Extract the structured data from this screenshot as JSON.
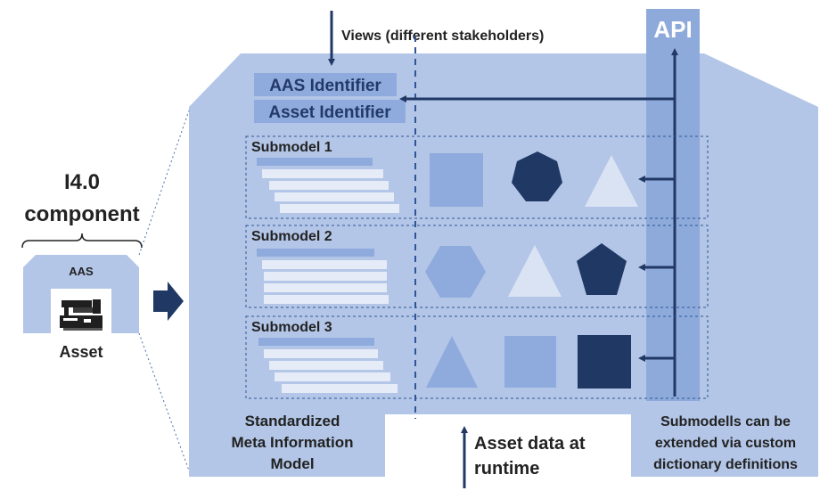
{
  "views_label": "Views (different stakeholders)",
  "api_label": "API",
  "aas_identifier": "AAS Identifier",
  "asset_identifier": "Asset Identifier",
  "component_title_line1": "I4.0",
  "component_title_line2": "component",
  "aas_label": "AAS",
  "asset_label": "Asset",
  "submodels": [
    {
      "label": "Submodel 1",
      "shapes": [
        "square",
        "heptagon",
        "triangle"
      ]
    },
    {
      "label": "Submodel 2",
      "shapes": [
        "hexagon",
        "triangle",
        "pentagon"
      ]
    },
    {
      "label": "Submodel 3",
      "shapes": [
        "triangle",
        "square",
        "square"
      ]
    }
  ],
  "meta_info_lines": [
    "Standardized",
    "Meta Information",
    "Model"
  ],
  "asset_data_lines": [
    "Asset data at",
    "runtime"
  ],
  "extend_lines": [
    "Submodells can be",
    "extended via custom",
    "dictionary definitions"
  ],
  "colors": {
    "main_bg": "#b3c6e7",
    "mid_blue": "#8faadc",
    "dark_blue": "#203864",
    "light_shape": "#dae3f3",
    "row_light": "#dae3f3",
    "api_band": "#8eaadb"
  },
  "icons": [
    "machine-icon",
    "arrow-right-icon"
  ]
}
